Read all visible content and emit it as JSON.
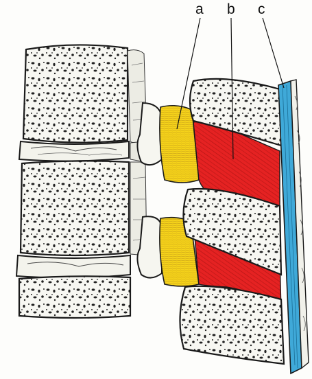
{
  "labels": {
    "a": "a",
    "b": "b",
    "c": "c"
  },
  "colors": {
    "background": "#fdfdfb",
    "bone_fill": "#f7f7f2",
    "bone_outline": "#1a1a1a",
    "ligamentum_flavum_yellow": "#f5d21a",
    "interspinous_ligament_red": "#e52222",
    "supraspinous_ligament_blue": "#3fa9d8"
  }
}
